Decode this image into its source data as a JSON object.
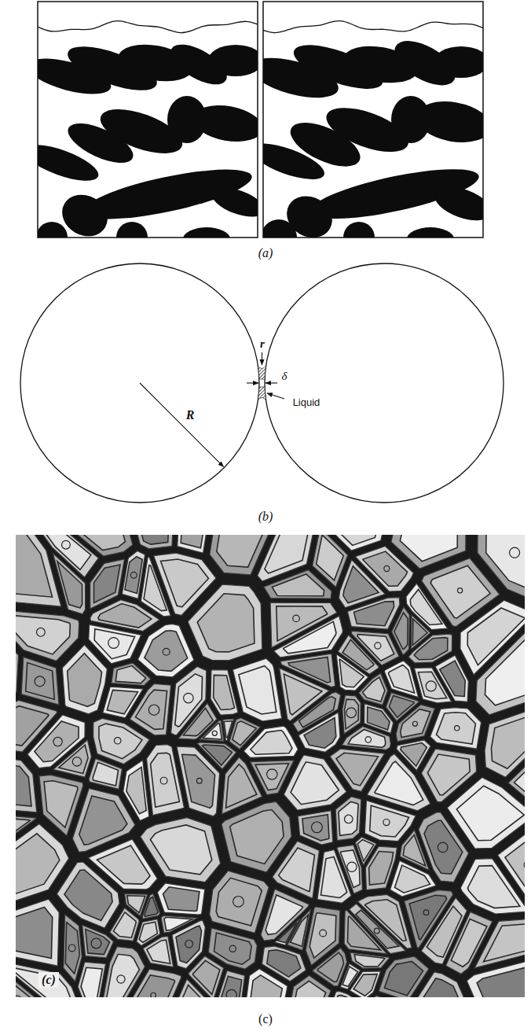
{
  "diagram": {
    "labels": [
      "(a)",
      "r",
      "δ",
      "R",
      "Liquid",
      "(b)",
      "(c)",
      "(c)"
    ]
  }
}
